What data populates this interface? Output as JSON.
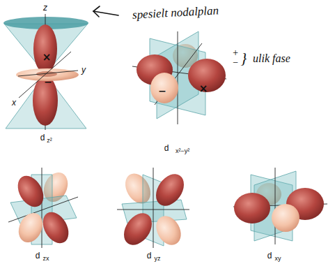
{
  "diagram": {
    "labels": [
      "spesielt nodalplan",
      "+",
      "−",
      "}",
      "ulik fase",
      "z",
      "y",
      "x",
      "×",
      "−",
      "d",
      "z²",
      "−",
      "×",
      "d",
      "x²−y²",
      "d",
      "zx",
      "d",
      "yz",
      "d",
      "xy"
    ]
  }
}
